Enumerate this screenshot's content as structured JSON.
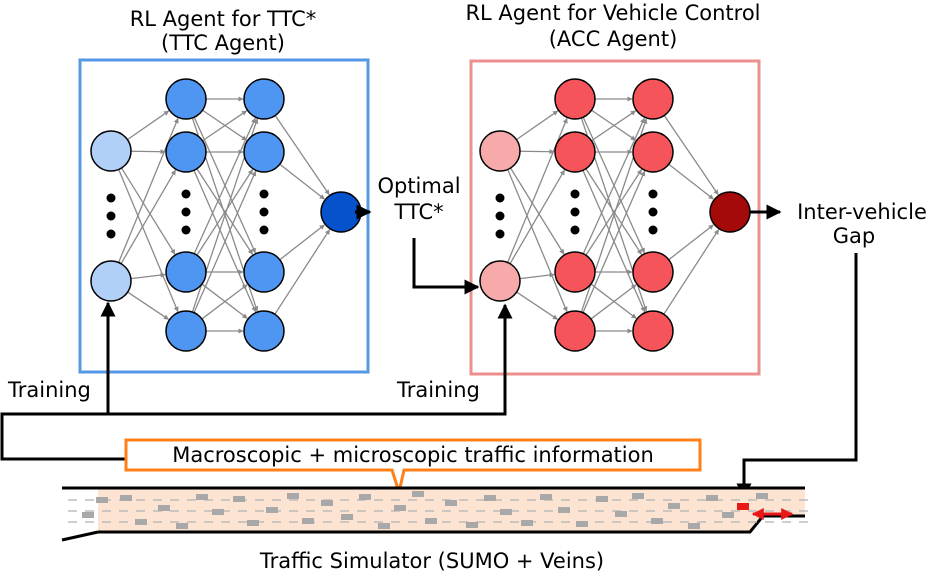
{
  "ttc_agent": {
    "title_line1": "RL Agent for TTC*",
    "title_line2": "(TTC Agent)",
    "colors": {
      "border": "#5599e6",
      "input": "#b0d0f8",
      "hidden": "#4f95f2",
      "output": "#0552cc"
    }
  },
  "acc_agent": {
    "title_line1": "RL Agent for Vehicle Control",
    "title_line2": "(ACC Agent)",
    "colors": {
      "border": "#ec8f8f",
      "input": "#f7aaaa",
      "hidden": "#f5545a",
      "output": "#a50a0a"
    }
  },
  "optimal_ttc": {
    "line1": "Optimal",
    "line2": "TTC*",
    "color": "#1212e6"
  },
  "inter_vehicle_gap": {
    "line1": "Inter-vehicle",
    "line2": "Gap",
    "color": "#e61212"
  },
  "training_left": "Training",
  "training_right": "Training",
  "traffic_info": {
    "label": "Macroscopic + microscopic traffic information",
    "border_color": "#ff8019"
  },
  "simulator": {
    "label": "Traffic Simulator (SUMO + Veins)",
    "road_fill": "#fde4d2",
    "vehicle_color": "#a8a8a8",
    "ego_color": "#e81818"
  }
}
